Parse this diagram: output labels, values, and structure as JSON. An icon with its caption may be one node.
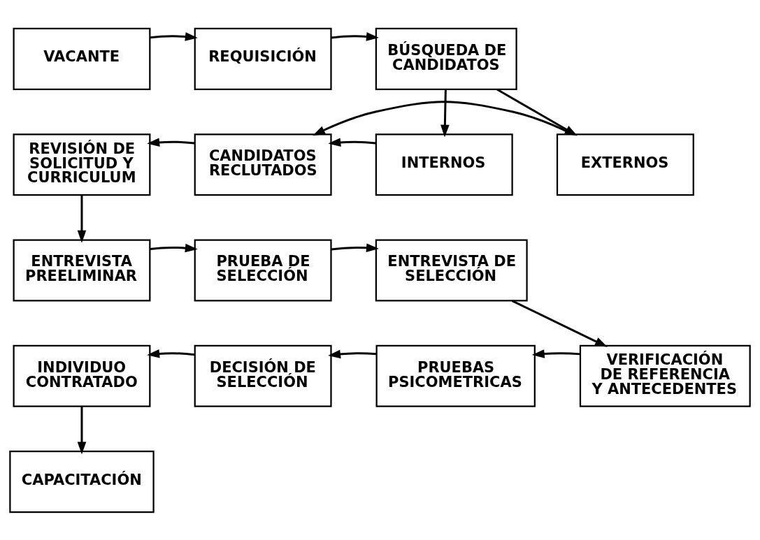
{
  "diagram": {
    "nodes": [
      {
        "text": [
          "VACANTE"
        ]
      },
      {
        "text": [
          "REQUISICIÓN"
        ]
      },
      {
        "text": [
          "BÚSQUEDA DE CANDIDATOS"
        ]
      },
      {
        "text": [
          "INTERNOS"
        ]
      },
      {
        "text": [
          "EXTERNOS"
        ]
      },
      {
        "text": [
          "CANDIDATOS RECLUTADOS"
        ]
      },
      {
        "text": [
          "REVISIÓN DE SOLICITUD Y CURRICULUM"
        ]
      },
      {
        "text": [
          "ENTREVISTA PREELIMINAR"
        ]
      },
      {
        "text": [
          "PRUEBA DE SELECCIÓN"
        ]
      },
      {
        "text": [
          "ENTREVISTA DE SELECCIÓN"
        ]
      },
      {
        "text": [
          "VERIFICACIÓN DE REFERENCIA Y ANTECEDENTES"
        ]
      },
      {
        "text": [
          "PRUEBAS PSICOMETRICAS"
        ]
      },
      {
        "text": [
          "DECISIÓN DE SELECCIÓN"
        ]
      },
      {
        "text": [
          "INDIVIDUO CONTRATADO"
        ]
      },
      {
        "text": [
          "CAPACITACIÓN"
        ]
      }
    ],
    "edges": [
      {
        "from": 0,
        "to": 1,
        "arrow": "to"
      },
      {
        "from": 1,
        "to": 2,
        "arrow": "to"
      },
      {
        "from": 2,
        "to": 3,
        "arrow": "to"
      },
      {
        "from": 2,
        "to": 4,
        "arrow": "to"
      },
      {
        "from": 3,
        "to": 5,
        "arrow": "to"
      },
      {
        "from": 4,
        "to": 5,
        "arrow": "to"
      },
      {
        "from": 5,
        "to": 6,
        "arrow": "to"
      },
      {
        "from": 6,
        "to": 7,
        "arrow": "to"
      },
      {
        "from": 7,
        "to": 8,
        "arrow": "to"
      },
      {
        "from": 8,
        "to": 9,
        "arrow": "to"
      },
      {
        "from": 9,
        "to": 10,
        "arrow": "to"
      },
      {
        "from": 10,
        "to": 11,
        "arrow": "to"
      },
      {
        "from": 11,
        "to": 12,
        "arrow": "to"
      },
      {
        "from": 12,
        "to": 13,
        "arrow": "to"
      },
      {
        "from": 13,
        "to": 14,
        "arrow": "to"
      }
    ]
  }
}
